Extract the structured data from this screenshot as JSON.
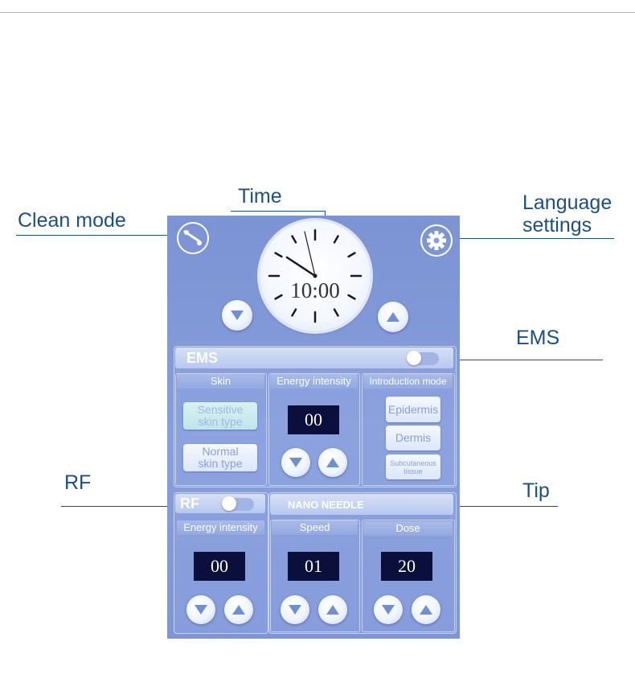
{
  "callouts": {
    "time": "Time",
    "clean_mode": "Clean mode",
    "language_line1": "Language",
    "language_line2": "settings",
    "ems": "EMS",
    "rf": "RF",
    "tip": "Tip"
  },
  "clock": {
    "time_text": "10:00"
  },
  "ems": {
    "title": "EMS",
    "skin": {
      "header": "Skin",
      "sensitive_line1": "Sensitive",
      "sensitive_line2": "skin type",
      "normal_line1": "Normal",
      "normal_line2": "skin type"
    },
    "energy": {
      "header": "Energy intensity",
      "value": "00"
    },
    "intro": {
      "header": "Introduction mode",
      "epidermis": "Epidermis",
      "dermis": "Dermis",
      "sub_line1": "Subcutaneous",
      "sub_line2": "tissue"
    }
  },
  "rf": {
    "title": "RF",
    "energy": {
      "header": "Energy intensity",
      "value": "00"
    }
  },
  "nano": {
    "title": "NANO NEEDLE",
    "speed": {
      "header": "Speed",
      "value": "01"
    },
    "dose": {
      "header": "Dose",
      "value": "20"
    }
  },
  "colors": {
    "screen": "#889fdc",
    "display": "#0a0f3c",
    "callout": "#1b4f8a"
  }
}
